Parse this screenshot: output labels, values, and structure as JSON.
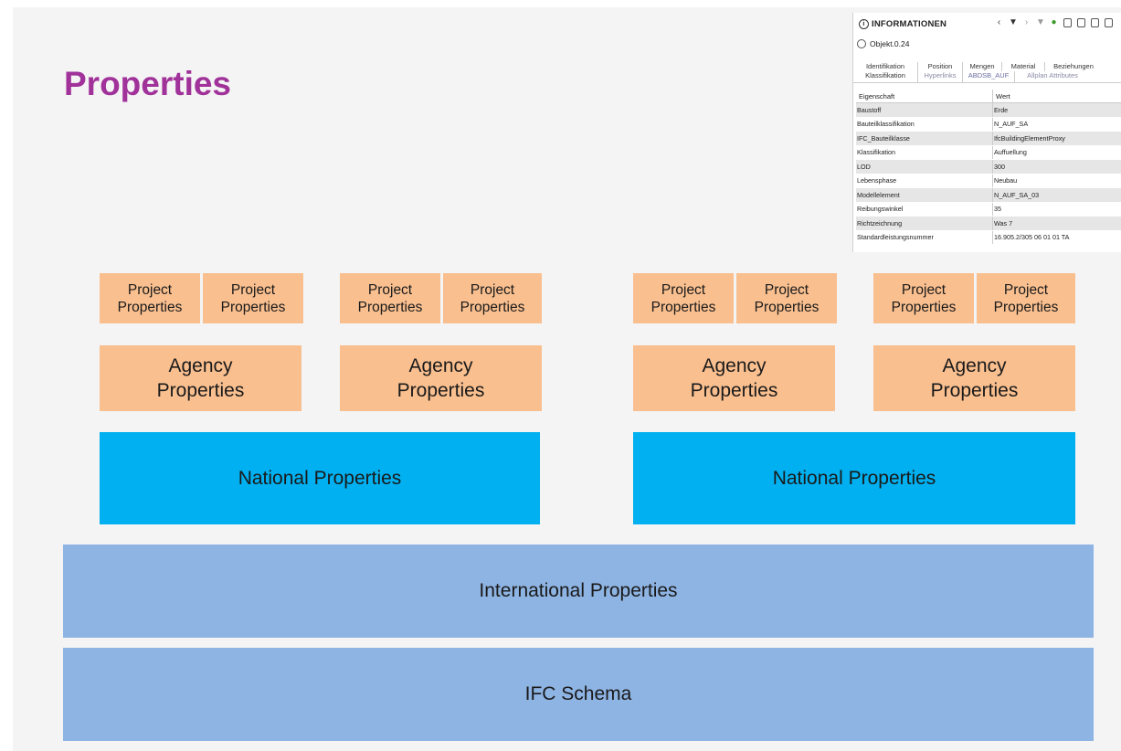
{
  "title": "Properties",
  "info_panel": {
    "header": "INFORMATIONEN",
    "object": "Objekt.0.24",
    "tabs_row1": [
      "Identifikation",
      "Position",
      "Mengen",
      "Material",
      "Beziehungen"
    ],
    "tabs_row2": [
      "Klassifikation",
      "Hyperlinks",
      "ABDSB_AUF",
      "Allplan Attributes"
    ],
    "columns": [
      "Eigenschaft",
      "Wert"
    ],
    "rows": [
      {
        "key": "Baustoff",
        "value": "Erde"
      },
      {
        "key": "Bauteilklassifikation",
        "value": "N_AUF_SA"
      },
      {
        "key": "IFC_Bauteilklasse",
        "value": "IfcBuildingElementProxy"
      },
      {
        "key": "Klassifikation",
        "value": "Auffuellung"
      },
      {
        "key": "LOD",
        "value": "300"
      },
      {
        "key": "Lebensphase",
        "value": "Neubau"
      },
      {
        "key": "Modellelement",
        "value": "N_AUF_SA_03"
      },
      {
        "key": "Reibungswinkel",
        "value": "35"
      },
      {
        "key": "Richtzeichnung",
        "value": "Was 7"
      },
      {
        "key": "Standardleistungsnummer",
        "value": "16.905.2/305 06 01 01 TA"
      }
    ]
  },
  "diagram": {
    "project_label_line1": "Project",
    "project_label_line2": "Properties",
    "agency_label_line1": "Agency",
    "agency_label_line2": "Properties",
    "national_label": "National Properties",
    "international_label": "International Properties",
    "ifc_label": "IFC Schema"
  },
  "colors": {
    "title": "#a0329a",
    "project_agency": "#f9bf8f",
    "national": "#00b0f0",
    "international_ifc": "#8eb4e3"
  }
}
